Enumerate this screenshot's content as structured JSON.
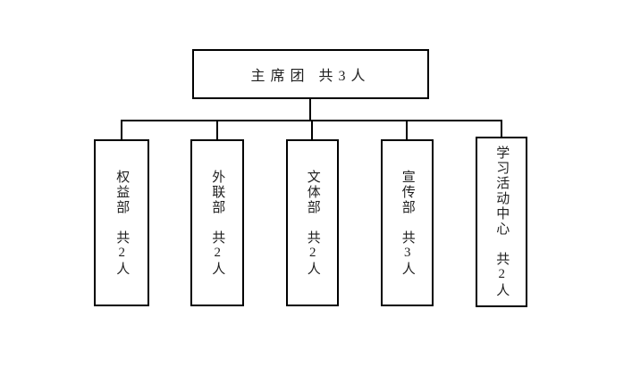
{
  "org_chart": {
    "root": {
      "label": "主席团 共3人",
      "name": "主席团",
      "headcount": "共3人"
    },
    "departments": [
      {
        "label": "权益部　共2人",
        "name": "权益部",
        "headcount": "共2人"
      },
      {
        "label": "外联部　共2人",
        "name": "外联部",
        "headcount": "共2人"
      },
      {
        "label": "文体部　共2人",
        "name": "文体部",
        "headcount": "共2人"
      },
      {
        "label": "宣传部　共3人",
        "name": "宣传部",
        "headcount": "共3人"
      },
      {
        "label": "学习活动中心　共2人",
        "name": "学习活动中心",
        "headcount": "共2人"
      }
    ],
    "colors": {
      "line": "#000000",
      "text": "#1f1f1f",
      "background": "#ffffff"
    }
  }
}
